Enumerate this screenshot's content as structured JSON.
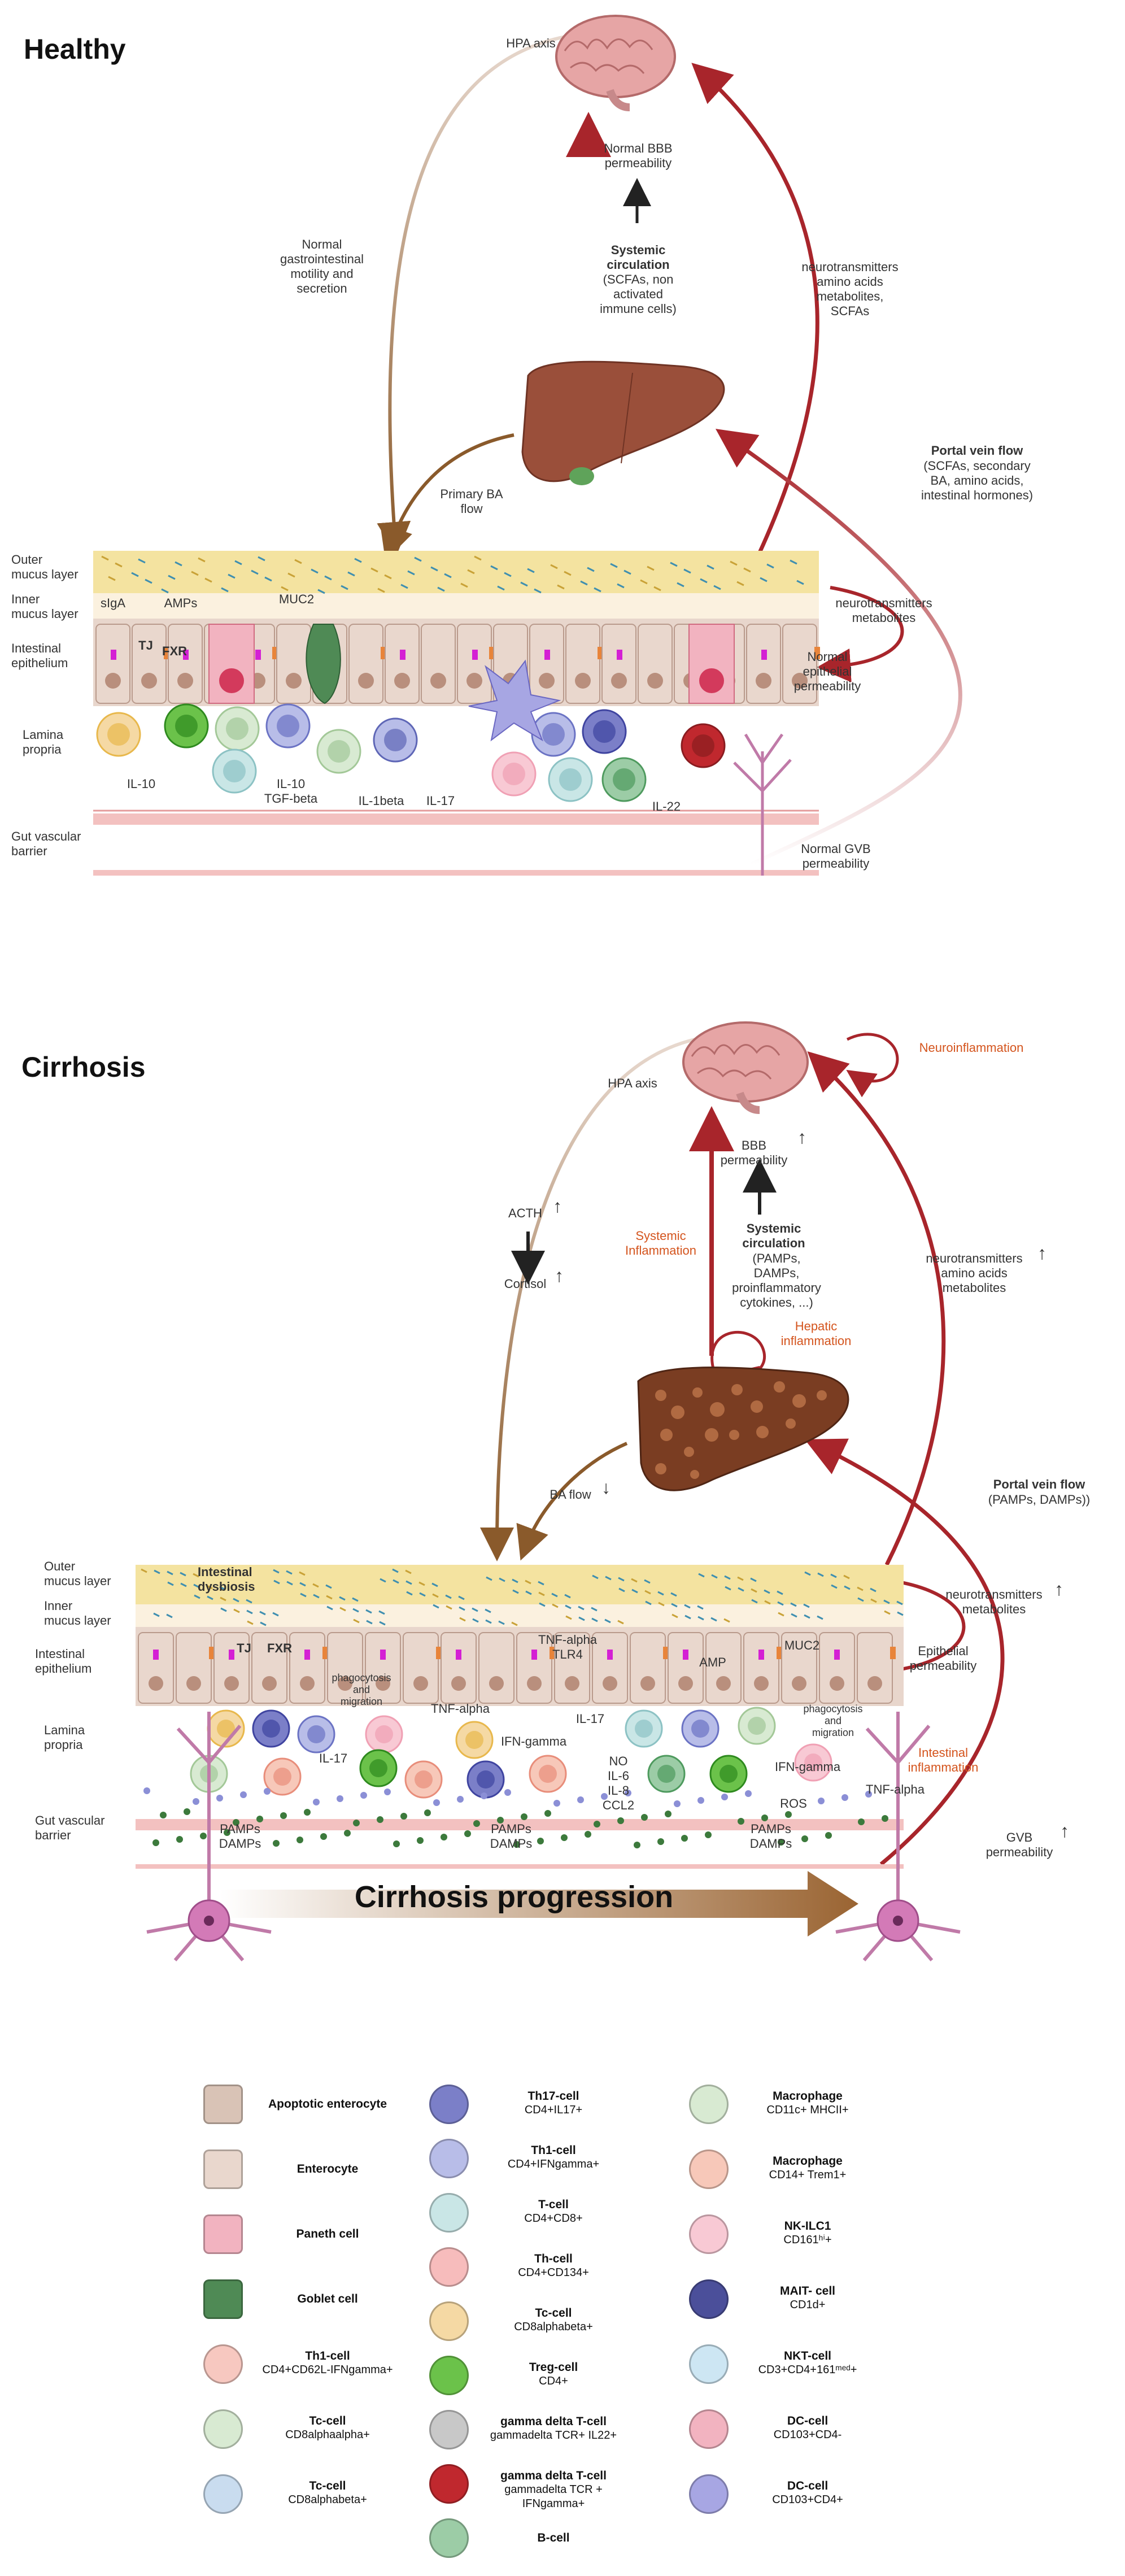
{
  "healthy": {
    "title": "Healthy",
    "hpa_axis": "HPA axis",
    "bbb": "Normal BBB\npermeability",
    "systemic_title": "Systemic\ncirculation",
    "systemic_body": "(SCFAs, non\nactivated\nimmune cells)",
    "gi_motility": "Normal\ngastrointestinal\nmotility and\nsecretion",
    "neuro_right": "neurotransmitters\namino acids\nmetabolites,\nSCFAs",
    "portal_title": "Portal vein flow",
    "portal_body": "(SCFAs, secondary\nBA, amino acids,\nintestinal hormones)",
    "primary_ba": "Primary  BA\nflow",
    "outer_mucus": "Outer\nmucus layer",
    "inner_mucus": "Inner\nmucus layer",
    "intestinal_epithelium": "Intestinal\nepithelium",
    "lamina_propria": "Lamina\npropria",
    "gut_vascular": "Gut vascular\nbarrier",
    "siga": "sIgA",
    "amps": "AMPs",
    "muc2": "MUC2",
    "tj": "TJ",
    "fxr": "FXR",
    "neuro_metab": "neurotransmitters\nmetabolites",
    "normal_epithelial": "Normal\nepithelial\npermeability",
    "normal_gvb": "Normal GVB\npermeability",
    "il10_a": "IL-10",
    "il10_b": "IL-10\nTGF-beta",
    "il1beta": "IL-1beta",
    "il17": "IL-17",
    "il22": "IL-22"
  },
  "cirrhosis": {
    "title": "Cirrhosis",
    "hpa_axis": "HPA axis",
    "neuroinflammation": "Neuroinflammation",
    "bbb": "BBB\npermeability",
    "acth": "ACTH",
    "cortisol": "Cortisol",
    "systemic_inflammation": "Systemic\nInflammation",
    "systemic_title": "Systemic\ncirculation",
    "systemic_body": "(PAMPs,\nDAMPs,\nproinflammatory\ncytokines, ...)",
    "hepatic_inflammation": "Hepatic\ninflammation",
    "neuro_right": "neurotransmitters\namino acids\nmetabolites",
    "portal_title": "Portal vein flow",
    "portal_body": "(PAMPs, DAMPs))",
    "ba_flow": "BA flow",
    "outer_mucus": "Outer\nmucus layer",
    "inner_mucus": "Inner\nmucus layer",
    "intestinal_epithelium": "Intestinal\nepithelium",
    "lamina_propria": "Lamina\npropria",
    "gut_vascular": "Gut vascular\nbarrier",
    "intestinal_dysbiosis": "Intestinal\ndysbiosis",
    "tj": "TJ",
    "fxr": "FXR",
    "phago_left": "phagocytosis\nand\nmigration",
    "tnf_alpha_a": "TNF-alpha",
    "tnf_tlr4": "TNF-alpha\nTLR4",
    "amp": "AMP",
    "muc2": "MUC2",
    "phago_right": "phagocytosis\nand\nmigration",
    "il17_a": "IL-17",
    "il17_b": "IL-17",
    "ifn_gamma_a": "IFN-gamma",
    "no_list": "NO\nIL-6\nIL-8\nCCL2",
    "ifn_gamma_b": "IFN-gamma",
    "ros": "ROS",
    "tnf_alpha_b": "TNF-alpha",
    "pamps_damps_a": "PAMPs\nDAMPs",
    "pamps_damps_b": "PAMPs\nDAMPs",
    "pamps_damps_c": "PAMPs\nDAMPs",
    "neuro_metab": "neurotransmitters\nmetabolites",
    "epithelial_perm": "Epithelial\npermeability",
    "intestinal_inflammation": "Intestinal\ninflammation",
    "gvb_perm": "GVB\npermeability",
    "progression": "Cirrhosis progression"
  },
  "legend": [
    {
      "name": "Apoptotic enterocyte",
      "marker": ""
    },
    {
      "name": "Enterocyte",
      "marker": ""
    },
    {
      "name": "Paneth  cell",
      "marker": ""
    },
    {
      "name": "Goblet cell",
      "marker": ""
    },
    {
      "name": "Th1-cell",
      "marker": "CD4+CD62L-IFNgamma+"
    },
    {
      "name": "Tc-cell",
      "marker": "CD8alphaalpha+"
    },
    {
      "name": "Tc-cell",
      "marker": "CD8alphabeta+"
    },
    {
      "name": "Th17-cell",
      "marker": "CD4+IL17+"
    },
    {
      "name": "Th1-cell",
      "marker": "CD4+IFNgamma+"
    },
    {
      "name": "T-cell",
      "marker": "CD4+CD8+"
    },
    {
      "name": "Th-cell",
      "marker": "CD4+CD134+"
    },
    {
      "name": "Tc-cell",
      "marker": "CD8alphabeta+"
    },
    {
      "name": "Treg-cell",
      "marker": "CD4+"
    },
    {
      "name": "gamma delta T-cell",
      "marker": "gammadelta TCR+ IL22+"
    },
    {
      "name": "gamma delta T-cell",
      "marker": "gammadelta TCR +\nIFNgamma+"
    },
    {
      "name": "B-cell",
      "marker": ""
    },
    {
      "name": "Macrophage",
      "marker": "CD11c+ MHCII+"
    },
    {
      "name": "Macrophage",
      "marker": "CD14+ Trem1+"
    },
    {
      "name": "NK-ILC1",
      "marker": "CD161ʰⁱ+"
    },
    {
      "name": "MAIT- cell",
      "marker": "CD1d+"
    },
    {
      "name": "NKT-cell",
      "marker": "CD3+CD4+161ᵐᵉᵈ+"
    },
    {
      "name": "DC-cell",
      "marker": "CD103+CD4-"
    },
    {
      "name": "DC-cell",
      "marker": "CD103+CD4+"
    }
  ],
  "colors": {
    "artery_red": "#a8252b",
    "brown_arrow": "#8a5a2b",
    "mucus_yellow": "#f4e3a0",
    "epithelium": "#e8d6cc",
    "liver_healthy": "#9a4f3a",
    "liver_cirrhotic": "#7a3d22",
    "brain": "#e2a4a4",
    "orange_text": "#d4541d"
  },
  "icons": [
    "brain-icon",
    "liver-icon",
    "cirrhotic-liver-icon",
    "neuron-icon",
    "dendritic-cell-icon",
    "immune-cell-icon",
    "epithelial-cell-icon",
    "goblet-cell-icon",
    "paneth-cell-icon"
  ]
}
